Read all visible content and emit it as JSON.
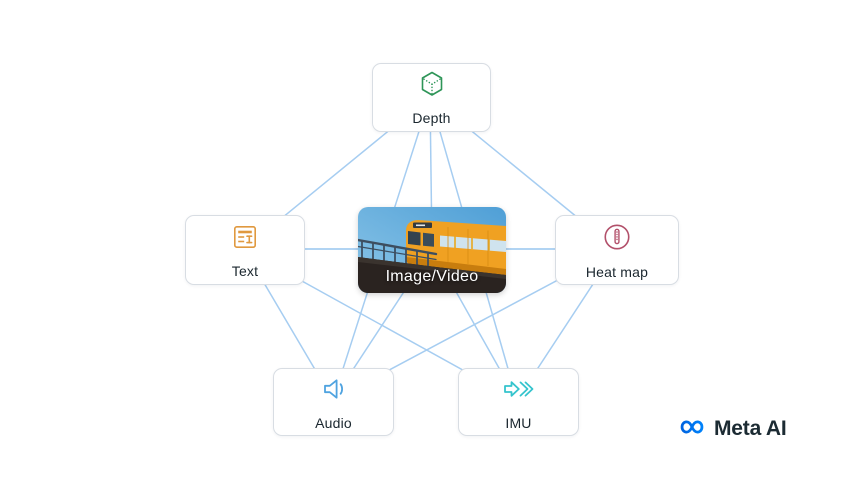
{
  "diagram": {
    "title_hidden": "",
    "nodes": {
      "depth": {
        "label": "Depth",
        "icon": "cube-icon",
        "accent": "#2e9558"
      },
      "text": {
        "label": "Text",
        "icon": "document-icon",
        "accent": "#e0993f"
      },
      "image_video": {
        "label": "Image/Video",
        "icon": "train-photo",
        "accent": "#f2a31f"
      },
      "heat_map": {
        "label": "Heat map",
        "icon": "thermometer-icon",
        "accent": "#b2506a"
      },
      "audio": {
        "label": "Audio",
        "icon": "speaker-icon",
        "accent": "#4fa3e0"
      },
      "imu": {
        "label": "IMU",
        "icon": "motion-arrow-icon",
        "accent": "#35c4cd"
      }
    },
    "edges": [
      [
        "depth",
        "text"
      ],
      [
        "depth",
        "image_video"
      ],
      [
        "depth",
        "heat_map"
      ],
      [
        "depth",
        "audio"
      ],
      [
        "depth",
        "imu"
      ],
      [
        "text",
        "image_video"
      ],
      [
        "text",
        "heat_map"
      ],
      [
        "text",
        "audio"
      ],
      [
        "text",
        "imu"
      ],
      [
        "image_video",
        "heat_map"
      ],
      [
        "image_video",
        "audio"
      ],
      [
        "image_video",
        "imu"
      ],
      [
        "heat_map",
        "audio"
      ],
      [
        "heat_map",
        "imu"
      ]
    ],
    "colors": {
      "connection": "#a6cdf1",
      "card_border": "#d8dde3",
      "label_text": "#1a262e"
    }
  },
  "branding": {
    "logo_text": "Meta AI",
    "logo_gradient_start": "#0064e0",
    "logo_gradient_end": "#0082fb"
  }
}
